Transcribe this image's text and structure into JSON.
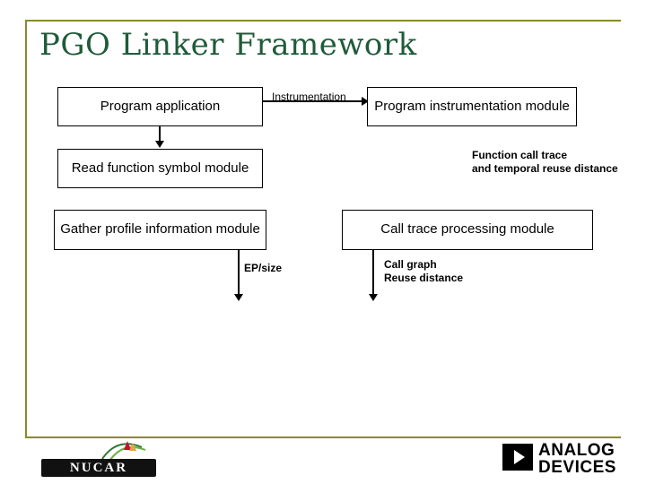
{
  "slide": {
    "title": "PGO Linker Framework",
    "boxes": [
      {
        "id": "program-application",
        "label": "Program application"
      },
      {
        "id": "program-instrumentation-module",
        "label": "Program instrumentation module"
      },
      {
        "id": "read-function-symbol-module",
        "label": "Read function symbol module"
      },
      {
        "id": "gather-profile-information-module",
        "label": "Gather profile information module"
      },
      {
        "id": "call-trace-processing-module",
        "label": "Call trace processing module"
      }
    ],
    "labels": [
      {
        "id": "instrumentation",
        "text": "Instrumentation"
      },
      {
        "id": "function-call-trace",
        "text": "Function call trace\nand temporal reuse distance"
      },
      {
        "id": "ep-size",
        "text": "EP/size"
      },
      {
        "id": "call-graph-reuse-distance",
        "text": "Call graph\nReuse distance"
      }
    ],
    "logos": {
      "nucar": "NUCAR",
      "analog_devices_top": "ANALOG",
      "analog_devices_bottom": "DEVICES"
    },
    "colors": {
      "title": "#1f5b3a",
      "rule": "#8a8a2a",
      "box_border": "#000000",
      "text": "#000000"
    }
  }
}
